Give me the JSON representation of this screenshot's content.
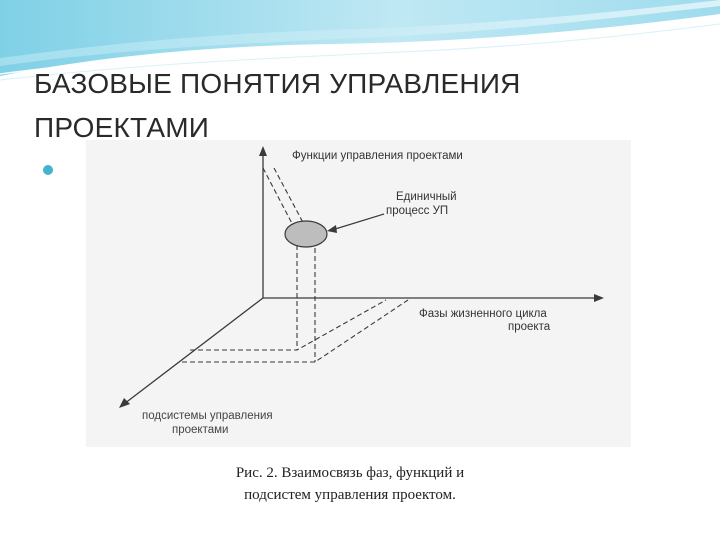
{
  "slide": {
    "title_line1": "БАЗОВЫЕ ПОНЯТИЯ УПРАВЛЕНИЯ",
    "title_line2": "ПРОЕКТАМИ"
  },
  "diagram": {
    "axis_vertical_label": "Функции управления проектами",
    "axis_horizontal_label_line1": "Фазы жизненного цикла",
    "axis_horizontal_label_line2": "проекта",
    "axis_diagonal_label_line1": "подсистемы управления",
    "axis_diagonal_label_line2": "проектами",
    "point_label_line1": "Единичный",
    "point_label_line2": "процесс УП"
  },
  "caption": {
    "line1": "Рис. 2. Взаимосвязь фаз, функций и",
    "line2": "подсистем управления проектом."
  },
  "colors": {
    "accent": "#45b3cf",
    "title": "#2a2a2a",
    "ink": "#3a3a3a",
    "ellipse_fill": "#bdbdbd"
  }
}
